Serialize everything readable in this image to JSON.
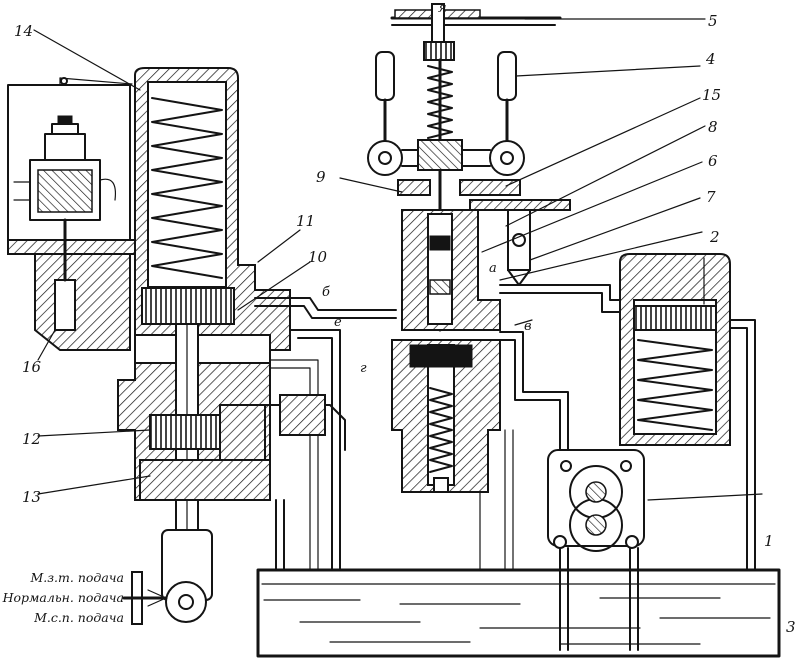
{
  "callouts": [
    "1",
    "2",
    "3",
    "4",
    "5",
    "6",
    "7",
    "8",
    "9",
    "10",
    "11",
    "12",
    "13",
    "14",
    "15",
    "16"
  ],
  "letters": {
    "a": "а",
    "b": "б",
    "v": "в",
    "g": "г",
    "e": "е",
    "ya": "я"
  },
  "feed_modes": [
    "М.з.т. подача",
    "Нормальн. подача",
    "М.с.п. подача"
  ],
  "colors": {
    "ink": "#141414",
    "paper": "#ffffff"
  }
}
